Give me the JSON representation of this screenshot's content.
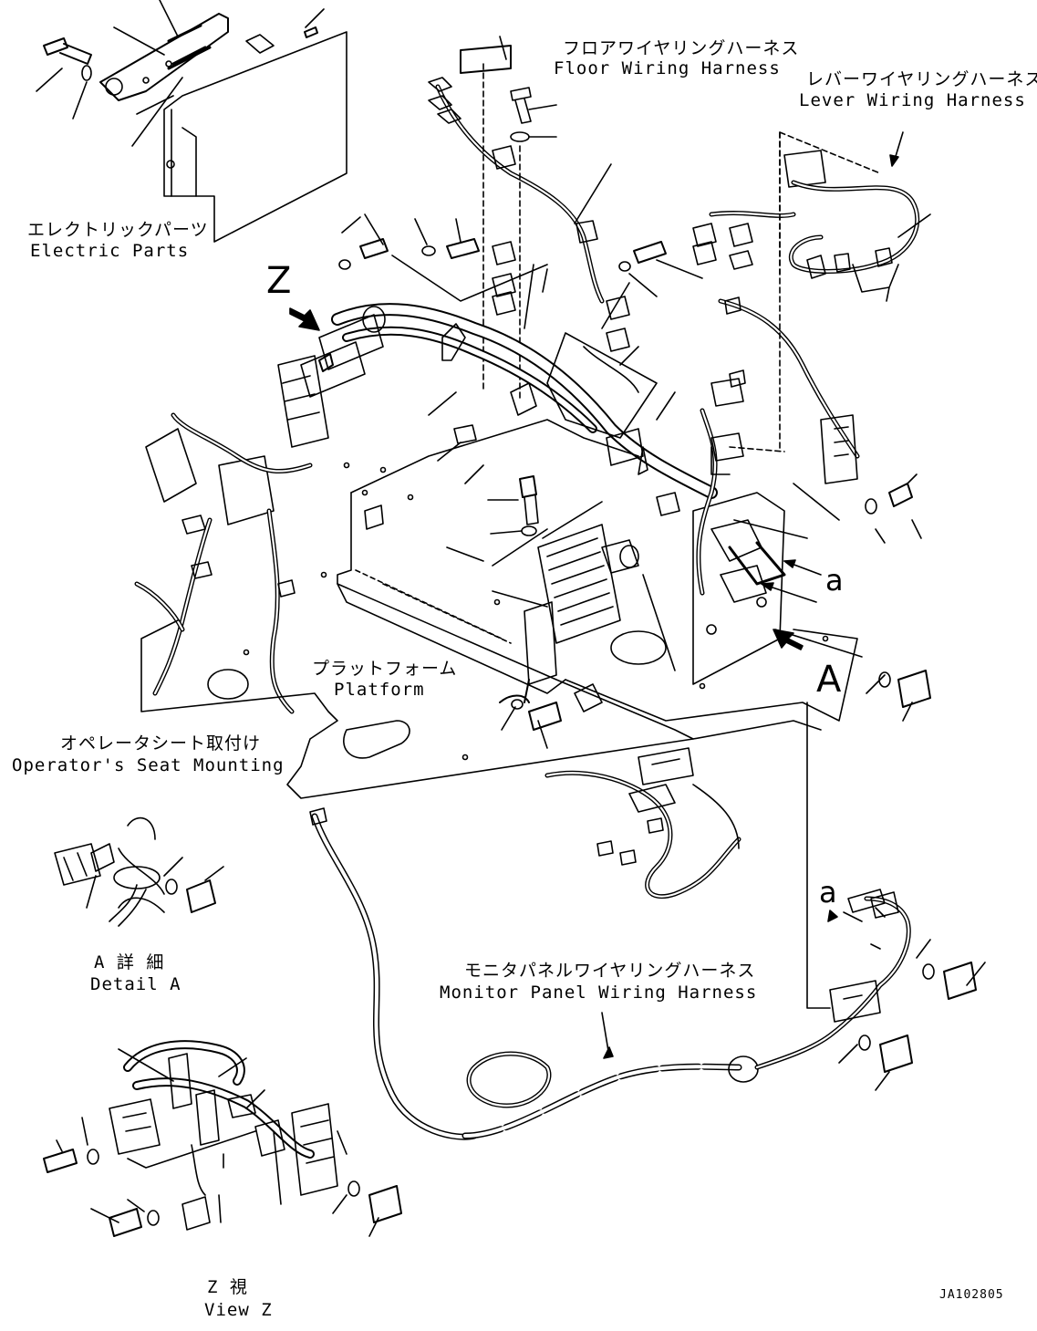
{
  "labels": {
    "floor_harness_jp": "フロアワイヤリングハーネス",
    "floor_harness_en": "Floor Wiring Harness",
    "lever_harness_jp": "レバーワイヤリングハーネス",
    "lever_harness_en": "Lever Wiring Harness",
    "electric_parts_jp": "エレクトリックパーツ",
    "electric_parts_en": "Electric Parts",
    "platform_jp": "プラットフォーム",
    "platform_en": "Platform",
    "seat_mount_jp": "オペレータシート取付け",
    "seat_mount_en": "Operator's Seat Mounting",
    "detail_a_jp": "A 詳 細",
    "detail_a_en": "Detail A",
    "monitor_harness_jp": "モニタパネルワイヤリングハーネス",
    "monitor_harness_en": "Monitor Panel Wiring Harness",
    "view_z_jp": "Z 視",
    "view_z_en": "View Z",
    "view_z_letter": "Z",
    "view_a_letter": "A",
    "arrow_a_upper": "a",
    "arrow_a_lower": "a",
    "drawing_number": "JA102805"
  }
}
